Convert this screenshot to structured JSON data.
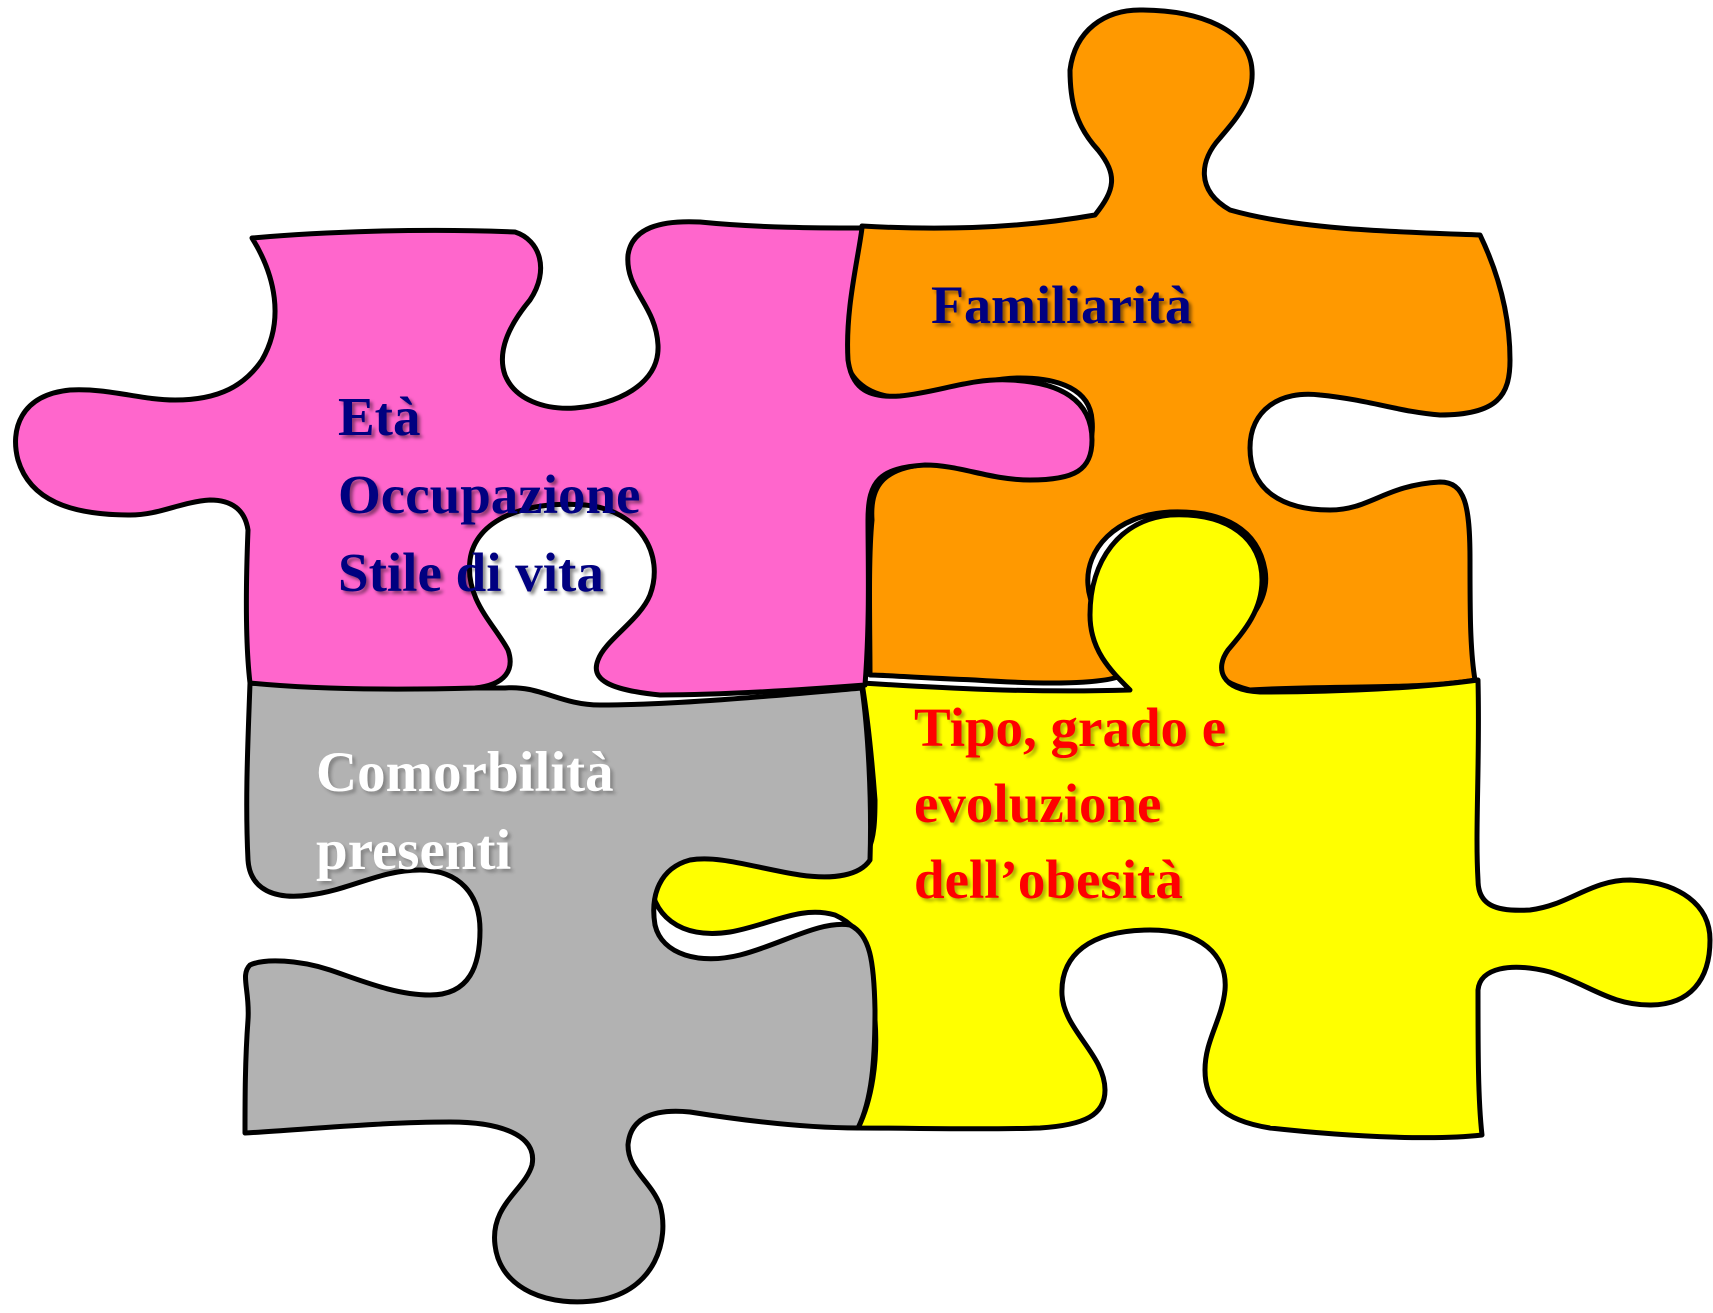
{
  "colors": {
    "pink": "#ff66cc",
    "orange": "#ff9900",
    "gray": "#b2b2b2",
    "yellow": "#ffff00",
    "outline": "#000000",
    "text_navy": "#000080",
    "text_red": "#ff0000",
    "text_white": "#ffffff"
  },
  "pieces": {
    "pink": {
      "lines": [
        "Età",
        "Occupazione",
        "Stile di vita"
      ]
    },
    "orange": {
      "lines": [
        "Familiarità"
      ]
    },
    "gray": {
      "lines": [
        "Comorbilità",
        "presenti"
      ]
    },
    "yellow": {
      "lines": [
        "Tipo, grado e",
        "evoluzione",
        "dell’obesità"
      ]
    }
  }
}
